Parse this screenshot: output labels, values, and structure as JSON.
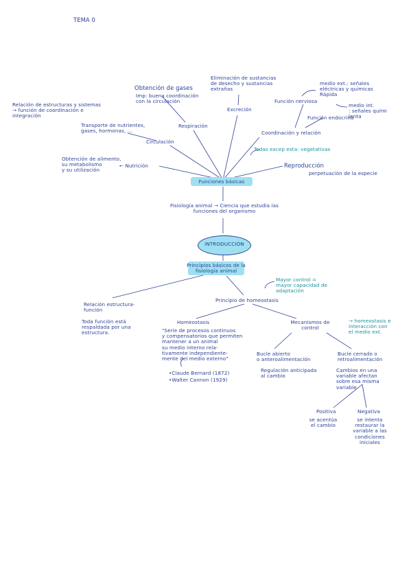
{
  "title": "TEMA 0",
  "center": {
    "funciones_basicas": "Funciones básicas",
    "fisiologia": "Fisiología animal → Ciencia que estudia las\nfunciones del organismo",
    "introduccion": "INTRODUCCIÓN",
    "principios": "Principios básicos de la\nfisiología animal"
  },
  "funciones": {
    "relacion_estructuras": "Relación de estructuras y sistemas\n→ función de coordinación e\nintegración",
    "obtencion_gases": "Obtención de gases",
    "imp_buena": "Imp: buena coordinación\ncon la circulación",
    "respiracion": "Respiración",
    "eliminacion": "Eliminación de sustancias\nde desecho y sustancias\nextrañas",
    "excrecion": "Excreción",
    "transporte": "Transporte de nutrientes,\ngases, hormonas, ...",
    "circulacion": "Circulación",
    "obtencion_alimento": "Obtención de alimento,\nsu metabolismo\ny su utilización",
    "nutricion": "← Nutrición",
    "funcion_nerviosa": "Función nerviosa",
    "medio_ext": "medio ext.: señales\neléctricas y químicas\nRápida",
    "medio_int": "medio int.\n: señales quími\nlenta",
    "funcion_endocrina": "Función endocrina",
    "coordinacion": "Coordinación y relación",
    "todas_excep": "Todas excep esta: vegetativas",
    "reproduccion": "Reproducción",
    "perpetuacion": "perpetuación de la especie"
  },
  "principios": {
    "relacion_estructura": "Relación estructura-\nfunción",
    "toda_funcion": "Toda función está\nrespaldada por una\nestructura.",
    "homeostasis_principio": "Principio de homeostasis",
    "mayor_control": "Mayor control =\nmayor capacidad de\nadaptación",
    "homeostasis": "Homeostasis",
    "homeostasis_def": "\"Serie de procesos continuos\ny compensatorios que permiten\nmantener a un animal\nsu medio interno rela-\ntivamente independiente-\nmente del medio externo\"",
    "claude": "•Claude Bernard (1872)",
    "walter": "•Walter Cannon (1929)",
    "mecanismos": "Mecanismos de\ncontrol",
    "homeostasis_interaccion": "→ homeostasis e\ninteracción con\nel medio ext.",
    "bucle_abierto": "Bucle abierto\no anteroalimentación",
    "regulacion": "Regulación anticipada\nal cambio",
    "bucle_cerrado": "Bucle cerrado o\nretroalimentación",
    "cambios": "Cambios en una\nvariable afectan\nsobre esa misma\nvariable",
    "positiva": "Positiva",
    "se_acentua": "se acentúa\nel cambio",
    "negativa": "Negativa",
    "se_intenta": "se intenta\nrestaurar la\nvariable a las\ncondiciones\niniciales"
  },
  "colors": {
    "ink": "#2b3f95",
    "teal": "#1a8f9a",
    "highlight": "#9fe0f0"
  }
}
